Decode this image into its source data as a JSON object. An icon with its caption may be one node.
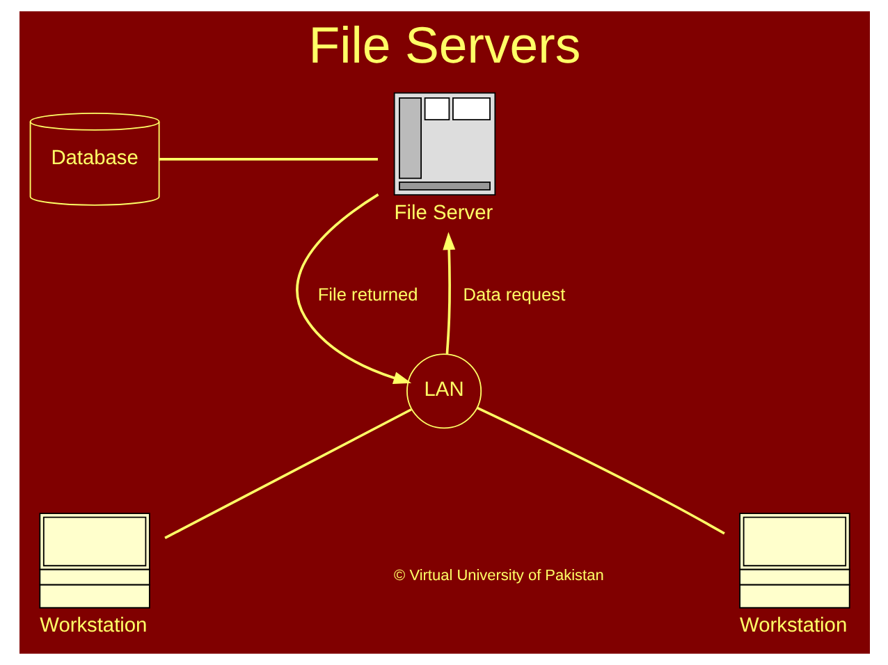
{
  "diagram": {
    "title": "File Servers",
    "nodes": [
      {
        "text": [
          "Database"
        ]
      },
      {
        "text": [],
        "shape": "picture",
        "beside": [
          "File Server"
        ]
      },
      {
        "text": [
          "LAN"
        ]
      },
      {
        "text": [],
        "shape": "picture",
        "beside": [
          "Workstation"
        ]
      },
      {
        "text": [],
        "shape": "picture",
        "beside": [
          "Workstation"
        ]
      }
    ],
    "edges": [
      {
        "from": 0,
        "to": 1,
        "arrow": "none"
      },
      {
        "from": 1,
        "to": 2,
        "arrow": "to",
        "label": "File returned"
      },
      {
        "from": 2,
        "to": 1,
        "arrow": "to",
        "label": "Data request"
      },
      {
        "from": 2,
        "to": 3,
        "arrow": "none"
      },
      {
        "from": 2,
        "to": 4,
        "arrow": "none"
      }
    ],
    "labels": [
      "© Virtual University of Pakistan"
    ]
  }
}
